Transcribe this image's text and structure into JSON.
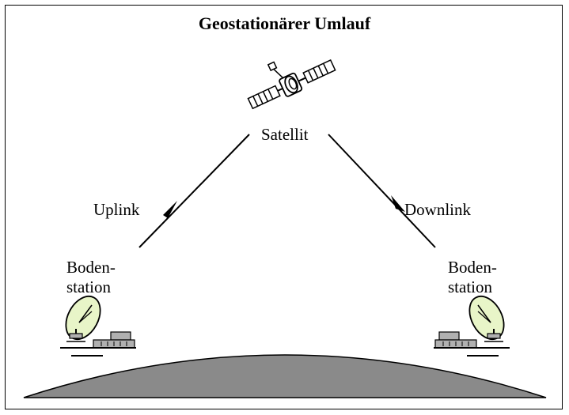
{
  "title": "Geostationärer Umlauf",
  "satellite_label": "Satellit",
  "uplink_label": "Uplink",
  "downlink_label": "Downlink",
  "left_station": {
    "line1": "Boden-",
    "line2": "station"
  },
  "right_station": {
    "line1": "Boden-",
    "line2": "station"
  },
  "colors": {
    "dish_fill": "#e8f5c8",
    "earth_fill": "#8a8a8a",
    "building_fill": "#b0b0b0"
  },
  "icons": {
    "satellite": "satellite-icon",
    "left_dish": "satellite-dish-icon",
    "right_dish": "satellite-dish-icon"
  }
}
